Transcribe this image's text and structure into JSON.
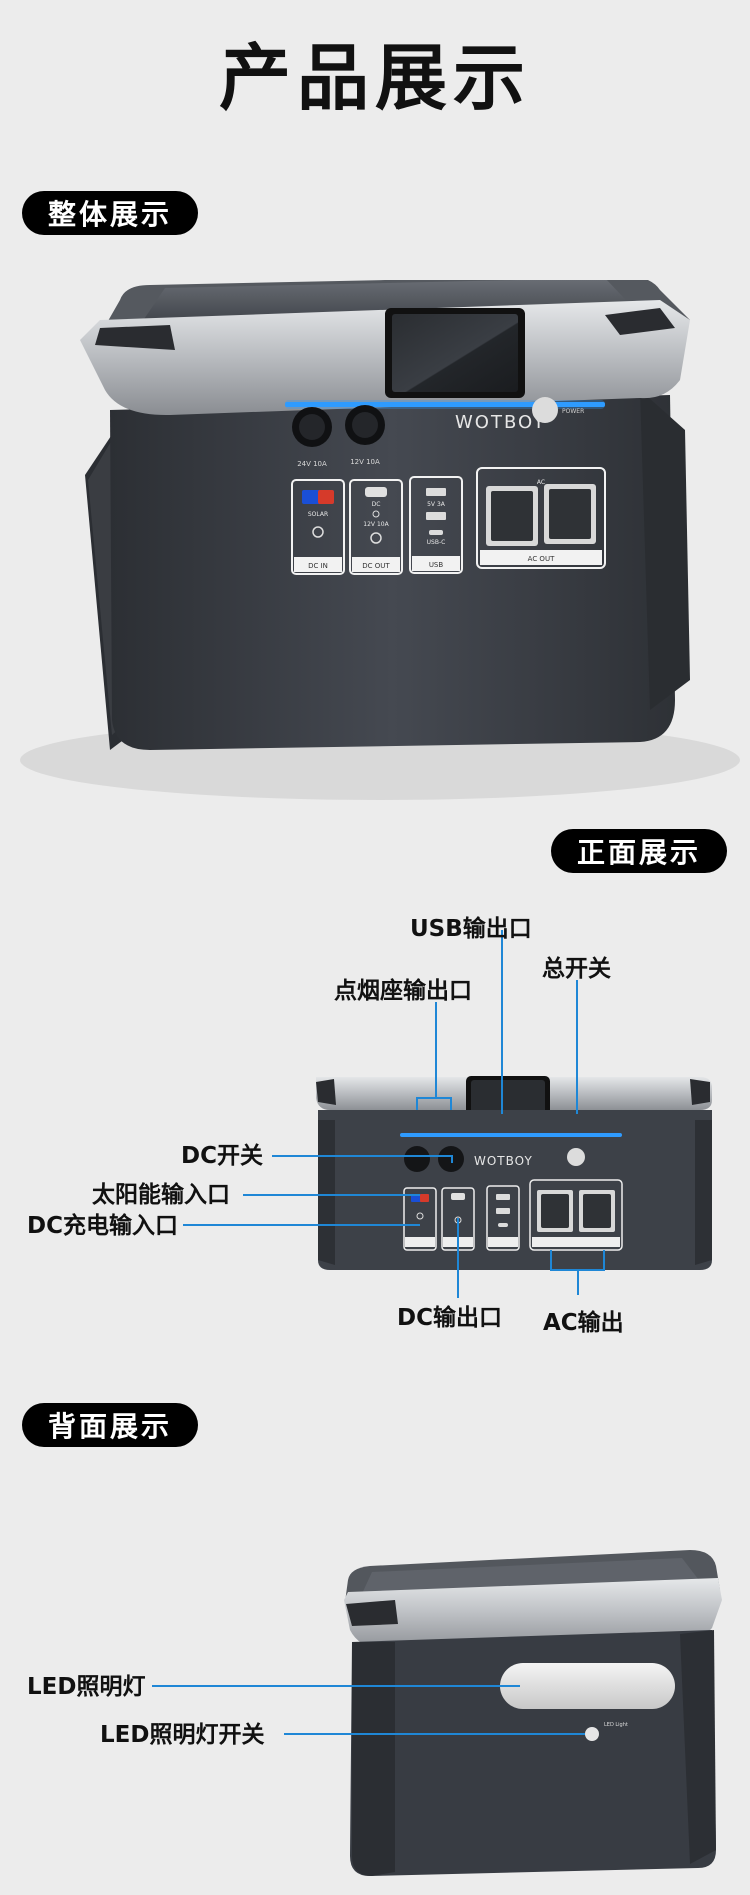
{
  "page": {
    "title": "产品展示"
  },
  "sections": {
    "overall": {
      "label": "整体展示"
    },
    "front": {
      "label": "正面展示"
    },
    "back": {
      "label": "背面展示"
    }
  },
  "product": {
    "brand": "WOTBOY",
    "power_label": "POWER",
    "cig1": "24V 10A",
    "cig2": "12V 10A",
    "dcin": "DC IN",
    "solar": "SOLAR",
    "dc": "DC",
    "dcout_spec": "12V 10A",
    "dcout": "DC OUT",
    "usb_spec": "5V 3A",
    "usbc": "USB-C",
    "usb": "USB",
    "ac": "AC",
    "acout": "AC OUT",
    "led_light": "LED Light"
  },
  "callouts": {
    "usb_output": "USB输出口",
    "cigarette_output": "点烟座输出口",
    "main_switch": "总开关",
    "dc_switch": "DC开关",
    "solar_input": "太阳能输入口",
    "dc_charge_input": "DC充电输入口",
    "dc_output": "DC输出口",
    "ac_output": "AC输出",
    "led_light": "LED照明灯",
    "led_switch": "LED照明灯开关"
  },
  "colors": {
    "accent_blue": "#1f87d6",
    "body_dark": "#3a3e45",
    "handle_silver": "#b9bcc0",
    "pill_bg": "#000000"
  }
}
